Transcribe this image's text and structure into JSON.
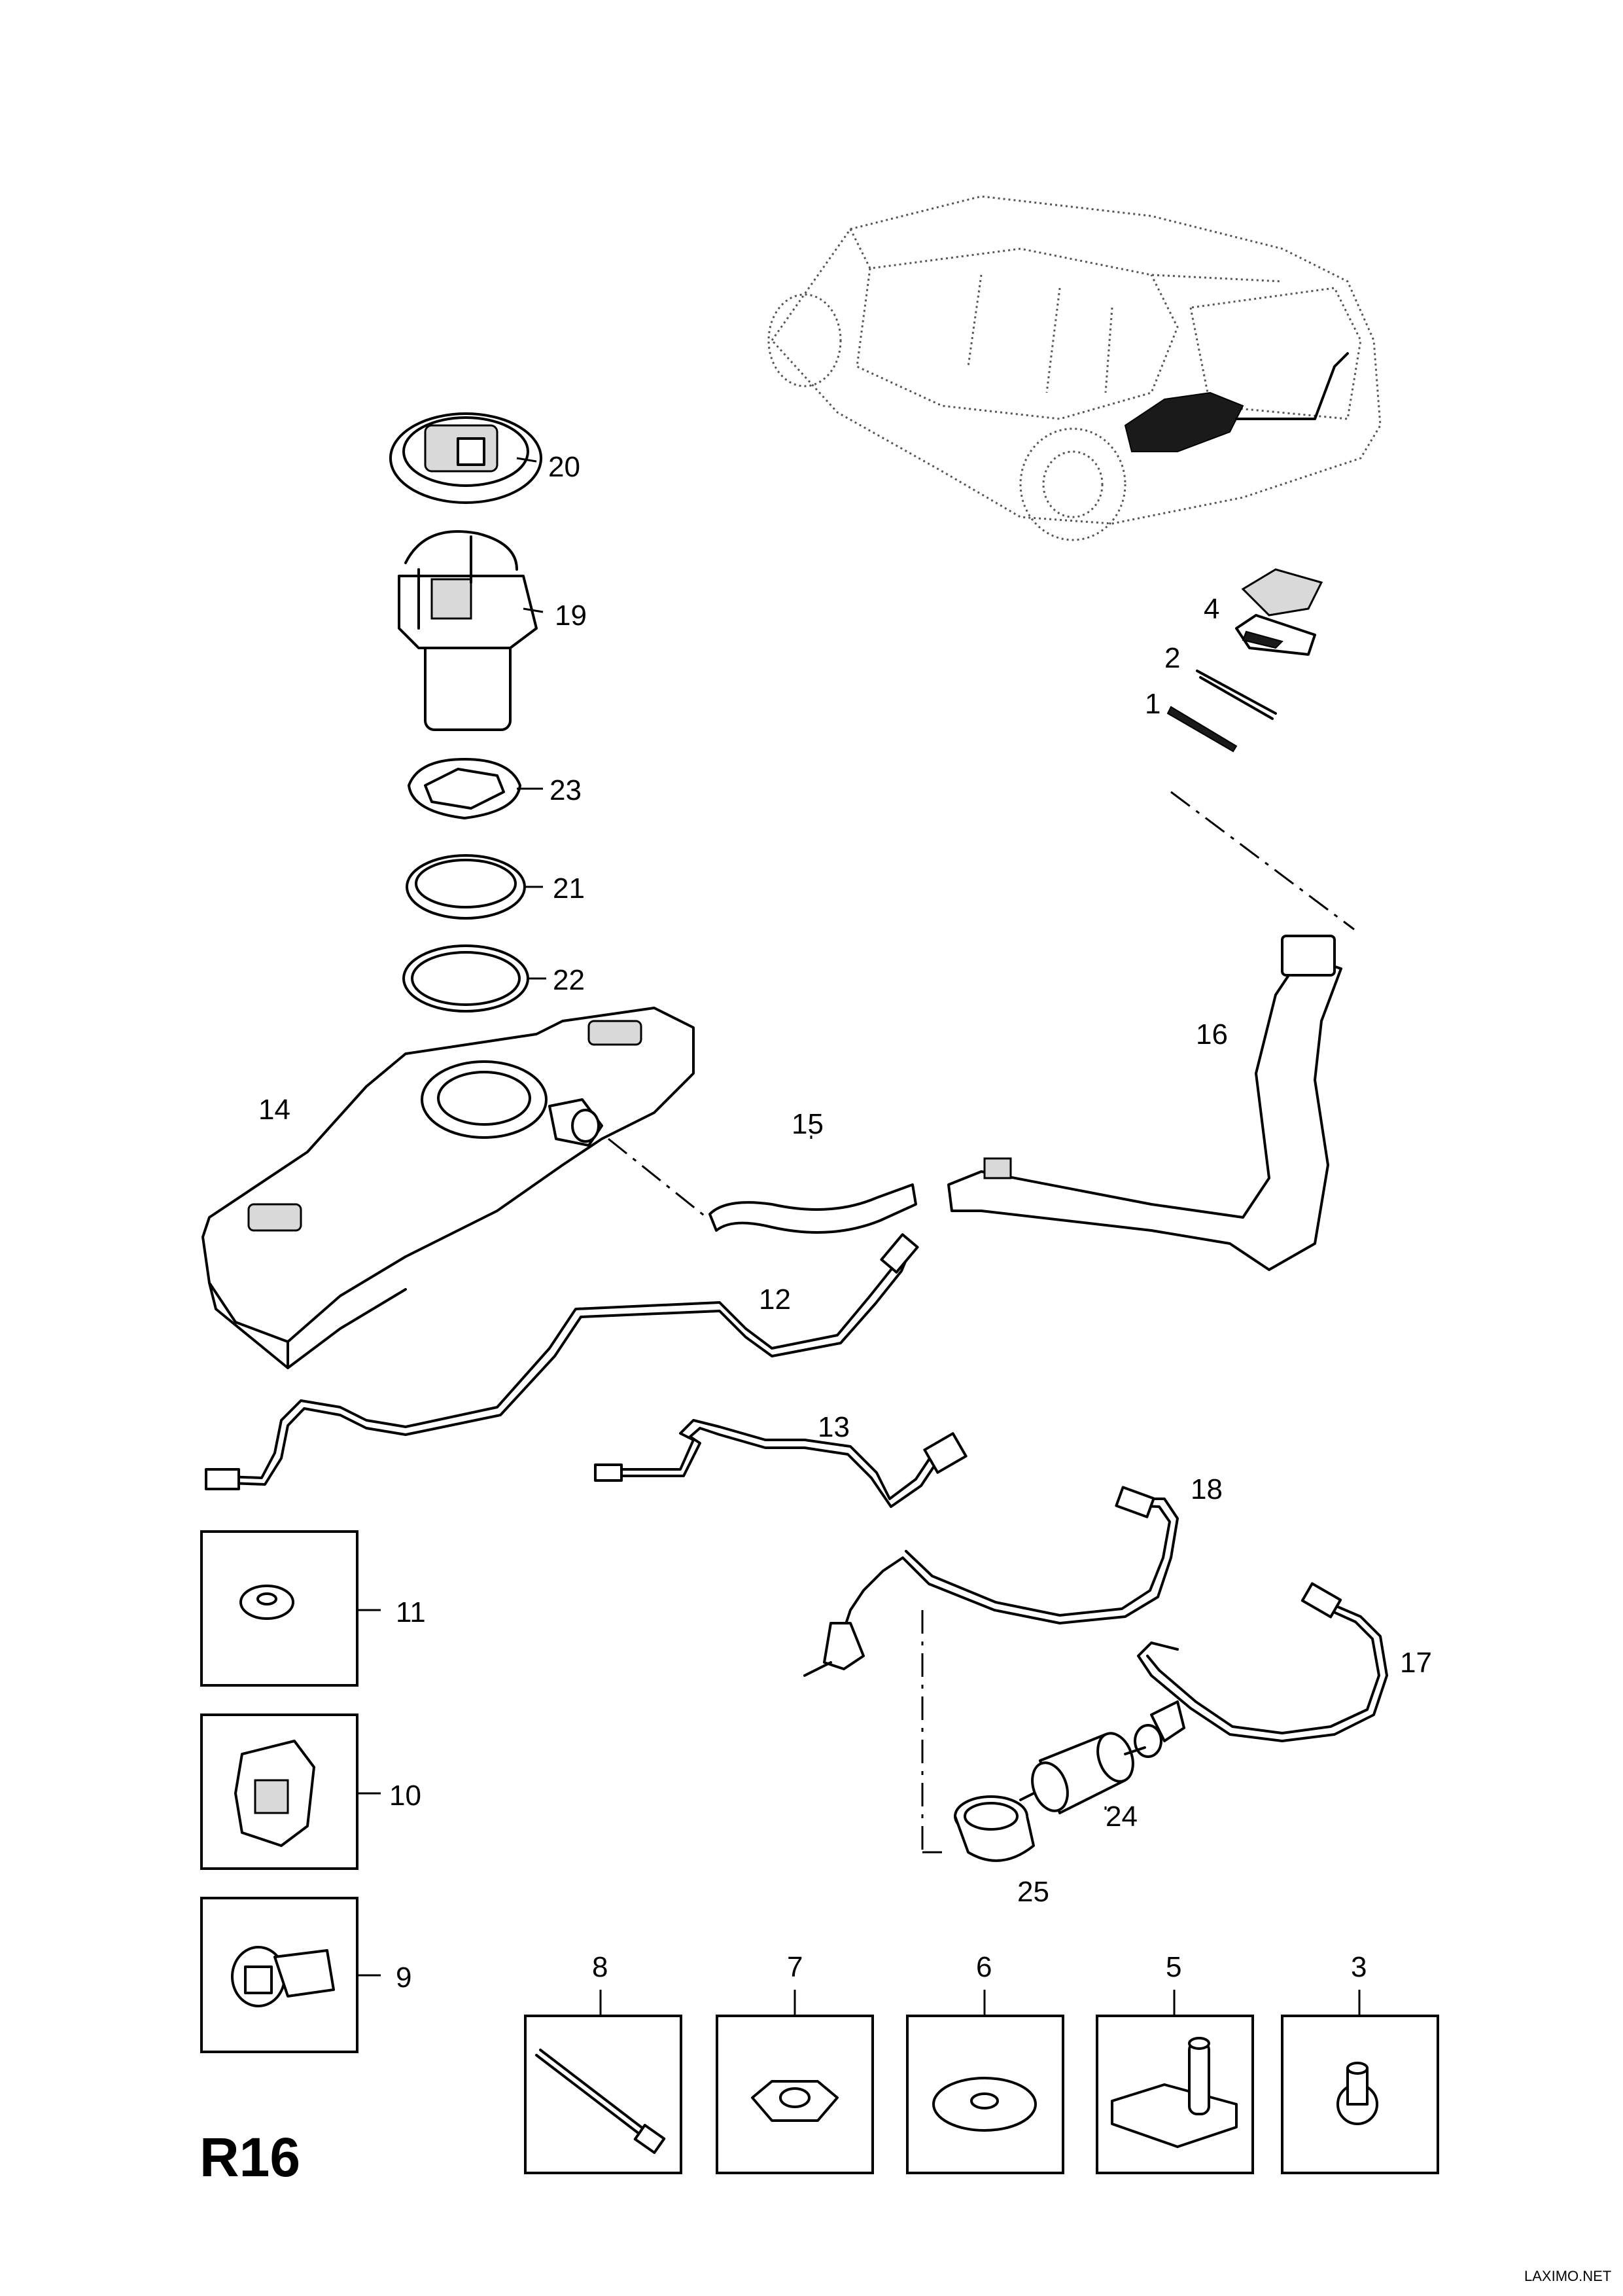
{
  "diagram": {
    "page_code": "R16",
    "watermark": "LAXIMO.NET",
    "callouts": {
      "c1": "1",
      "c2": "2",
      "c3": "3",
      "c4": "4",
      "c5": "5",
      "c6": "6",
      "c7": "7",
      "c8": "8",
      "c9": "9",
      "c10": "10",
      "c11": "11",
      "c12": "12",
      "c13": "13",
      "c14": "14",
      "c15": "15",
      "c16": "16",
      "c17": "17",
      "c18": "18",
      "c19": "19",
      "c20": "20",
      "c21": "21",
      "c22": "22",
      "c23": "23",
      "c24": "24",
      "c25": "25"
    }
  }
}
